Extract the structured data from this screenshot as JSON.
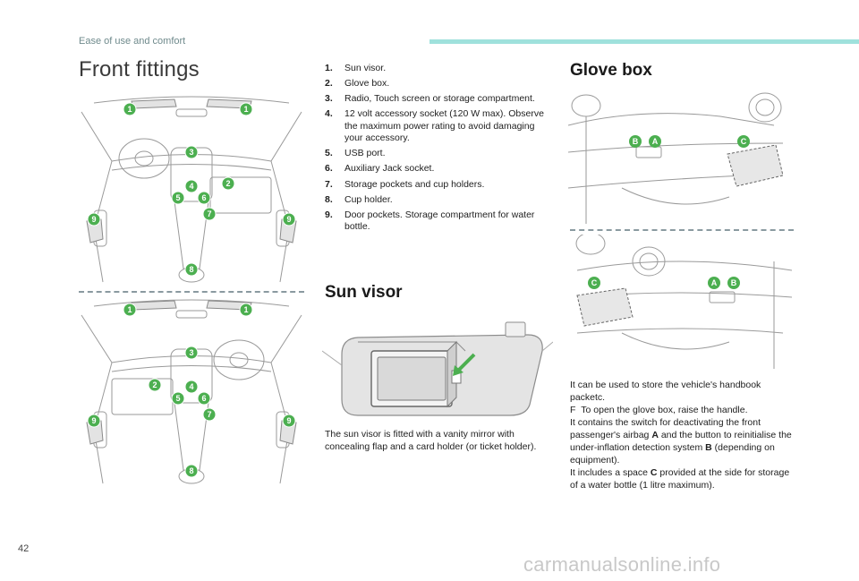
{
  "header": {
    "section": "Ease of use and comfort",
    "accent": "#9fe1dc"
  },
  "front_fittings": {
    "title": "Front fittings",
    "items": [
      {
        "num": "1.",
        "text": "Sun visor."
      },
      {
        "num": "2.",
        "text": "Glove box."
      },
      {
        "num": "3.",
        "text": "Radio, Touch screen or storage compartment."
      },
      {
        "num": "4.",
        "text": "12 volt accessory socket (120 W max). Observe the maximum power rating to avoid damaging your accessory."
      },
      {
        "num": "5.",
        "text": "USB port."
      },
      {
        "num": "6.",
        "text": "Auxiliary Jack socket."
      },
      {
        "num": "7.",
        "text": "Storage pockets and cup holders."
      },
      {
        "num": "8.",
        "text": "Cup holder."
      },
      {
        "num": "9.",
        "text": "Door pockets. Storage compartment for water bottle."
      }
    ],
    "callouts": [
      "1",
      "1",
      "3",
      "2",
      "4",
      "5",
      "6",
      "7",
      "9",
      "9",
      "8"
    ],
    "marker_color": "#4caf50"
  },
  "sun_visor": {
    "title": "Sun visor",
    "description": "The sun visor is fitted with a vanity mirror with concealing flap and a card holder (or ticket holder)."
  },
  "glove_box": {
    "title": "Glove box",
    "labels_top": [
      "B",
      "A",
      "C"
    ],
    "labels_bottom": [
      "C",
      "A",
      "B"
    ],
    "p1": "It can be used to store the vehicle's handbook packetc.",
    "bullet_icon": "F",
    "p2": "To open the glove box, raise the handle.",
    "p3_pre": "It contains the switch for deactivating the front passenger's airbag ",
    "p3_a": "A",
    "p3_mid": " and the button to reinitialise the under-inflation detection system ",
    "p3_b": "B",
    "p3_post": " (depending on equipment).",
    "p4_pre": "It includes a space ",
    "p4_c": "C",
    "p4_post": " provided at the side for storage of a water bottle (1 litre maximum)."
  },
  "footer": {
    "page_number": "42",
    "watermark": "carmanualsonline.info"
  }
}
